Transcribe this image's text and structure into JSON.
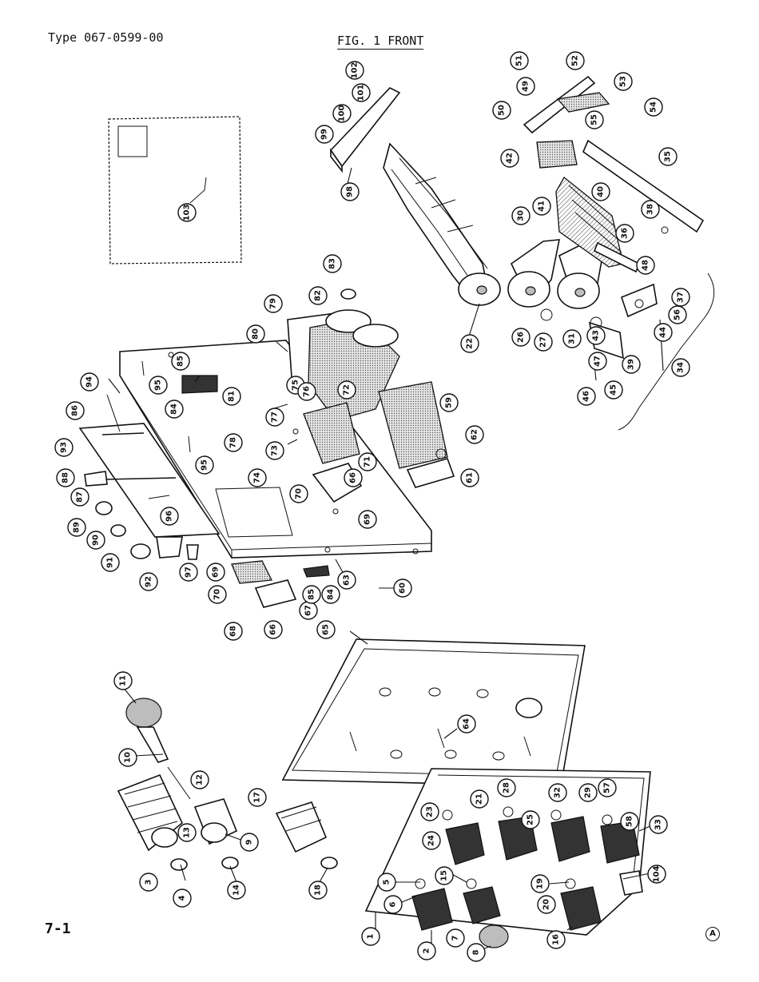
{
  "header": {
    "type_label": "Type 067-0599-00",
    "figure_title": "FIG. 1 FRONT"
  },
  "footer": {
    "page_number": "7-1",
    "revision_mark": "A"
  },
  "callouts": [
    {
      "label": "1"
    },
    {
      "label": "2"
    },
    {
      "label": "3"
    },
    {
      "label": "4"
    },
    {
      "label": "5"
    },
    {
      "label": "6"
    },
    {
      "label": "7"
    },
    {
      "label": "8"
    },
    {
      "label": "9"
    },
    {
      "label": "10"
    },
    {
      "label": "11"
    },
    {
      "label": "12"
    },
    {
      "label": "13"
    },
    {
      "label": "14"
    },
    {
      "label": "15"
    },
    {
      "label": "16"
    },
    {
      "label": "17"
    },
    {
      "label": "18"
    },
    {
      "label": "19"
    },
    {
      "label": "20"
    },
    {
      "label": "21"
    },
    {
      "label": "22"
    },
    {
      "label": "23"
    },
    {
      "label": "24"
    },
    {
      "label": "25"
    },
    {
      "label": "26"
    },
    {
      "label": "27"
    },
    {
      "label": "28"
    },
    {
      "label": "29"
    },
    {
      "label": "30"
    },
    {
      "label": "31"
    },
    {
      "label": "32"
    },
    {
      "label": "33"
    },
    {
      "label": "34"
    },
    {
      "label": "35"
    },
    {
      "label": "36"
    },
    {
      "label": "37"
    },
    {
      "label": "38"
    },
    {
      "label": "39"
    },
    {
      "label": "40"
    },
    {
      "label": "41"
    },
    {
      "label": "42"
    },
    {
      "label": "43"
    },
    {
      "label": "44"
    },
    {
      "label": "45"
    },
    {
      "label": "46"
    },
    {
      "label": "47"
    },
    {
      "label": "48"
    },
    {
      "label": "49"
    },
    {
      "label": "50"
    },
    {
      "label": "51"
    },
    {
      "label": "52"
    },
    {
      "label": "53"
    },
    {
      "label": "54"
    },
    {
      "label": "55"
    },
    {
      "label": "56"
    },
    {
      "label": "57"
    },
    {
      "label": "58"
    },
    {
      "label": "59"
    },
    {
      "label": "60"
    },
    {
      "label": "61"
    },
    {
      "label": "62"
    },
    {
      "label": "63"
    },
    {
      "label": "64"
    },
    {
      "label": "65"
    },
    {
      "label": "66"
    },
    {
      "label": "66"
    },
    {
      "label": "67"
    },
    {
      "label": "68"
    },
    {
      "label": "69"
    },
    {
      "label": "69"
    },
    {
      "label": "70"
    },
    {
      "label": "70"
    },
    {
      "label": "71"
    },
    {
      "label": "72"
    },
    {
      "label": "73"
    },
    {
      "label": "74"
    },
    {
      "label": "75"
    },
    {
      "label": "76"
    },
    {
      "label": "77"
    },
    {
      "label": "78"
    },
    {
      "label": "79"
    },
    {
      "label": "80"
    },
    {
      "label": "81"
    },
    {
      "label": "82"
    },
    {
      "label": "83"
    },
    {
      "label": "84"
    },
    {
      "label": "84"
    },
    {
      "label": "85"
    },
    {
      "label": "85"
    },
    {
      "label": "86"
    },
    {
      "label": "87"
    },
    {
      "label": "88"
    },
    {
      "label": "89"
    },
    {
      "label": "90"
    },
    {
      "label": "91"
    },
    {
      "label": "92"
    },
    {
      "label": "93"
    },
    {
      "label": "94"
    },
    {
      "label": "95"
    },
    {
      "label": "95"
    },
    {
      "label": "96"
    },
    {
      "label": "97"
    },
    {
      "label": "98"
    },
    {
      "label": "99"
    },
    {
      "label": "100"
    },
    {
      "label": "101"
    },
    {
      "label": "102"
    },
    {
      "label": "103"
    },
    {
      "label": "104"
    }
  ]
}
